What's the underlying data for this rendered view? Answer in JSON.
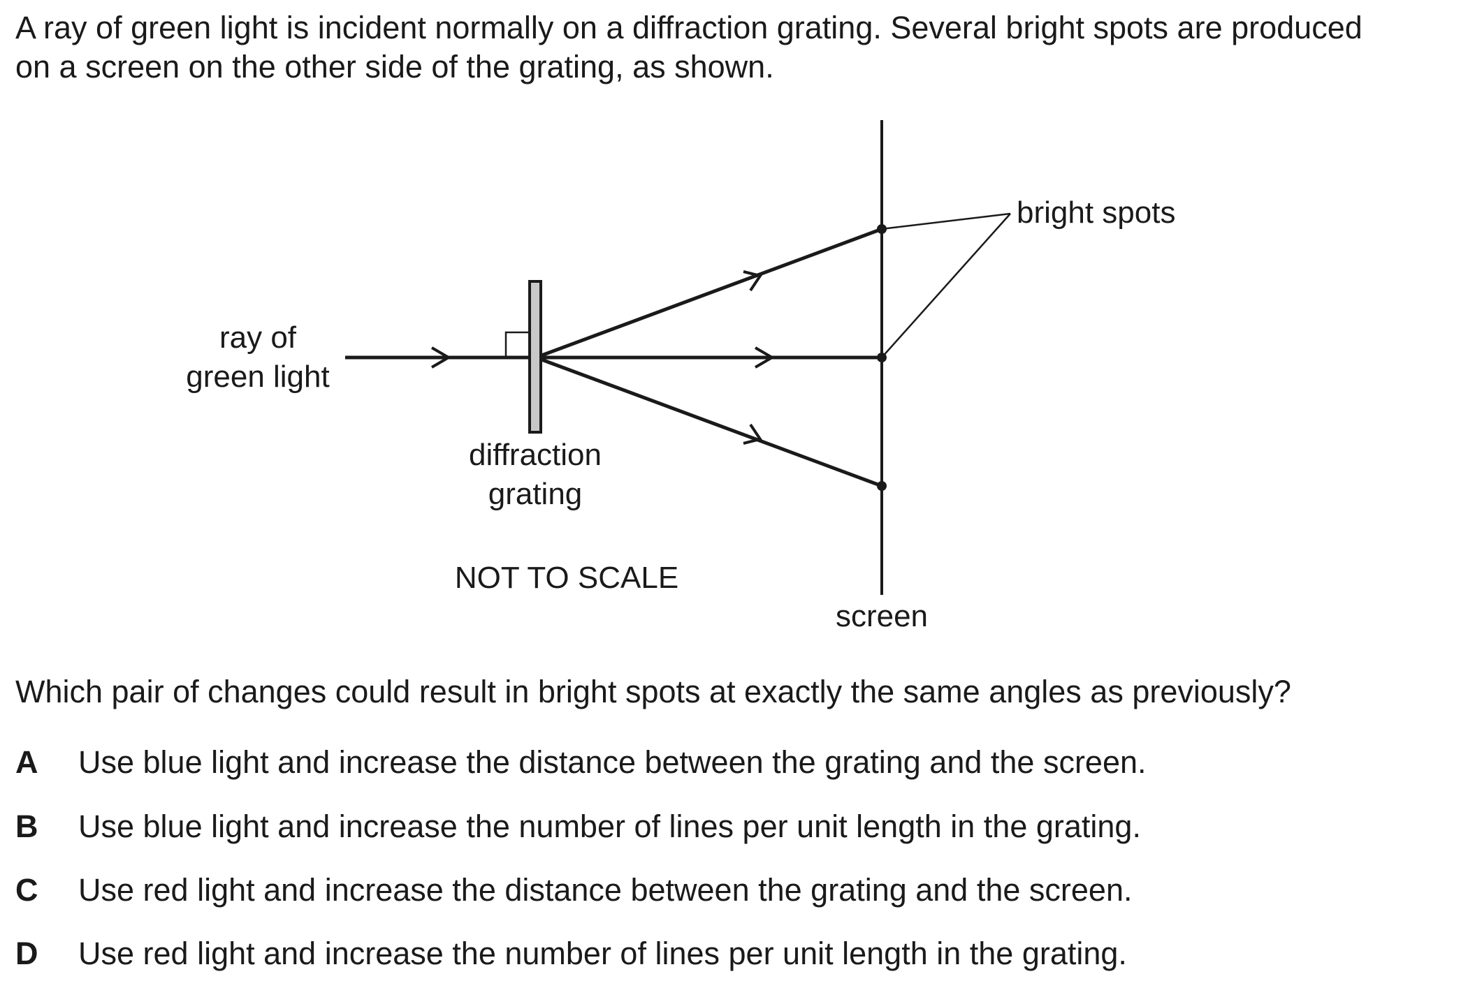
{
  "question": {
    "stem_line_1": "A ray of green light is incident normally on a diffraction grating. Several bright spots are produced",
    "stem_line_2": "on a screen on the other side of the grating, as shown.",
    "prompt": "Which pair of changes could result in bright spots at exactly the same angles as previously?"
  },
  "diagram": {
    "labels": {
      "ray_line_1": "ray of",
      "ray_line_2": "green light",
      "grating_line_1": "diffraction",
      "grating_line_2": "grating",
      "scale_note": "NOT TO SCALE",
      "screen": "screen",
      "bright_spots": "bright spots"
    },
    "colors": {
      "line": "#1a1a1a",
      "grating_fill": "#c8c8c8"
    }
  },
  "options": [
    {
      "letter": "A",
      "text": "Use blue light and increase the distance between the grating and the screen."
    },
    {
      "letter": "B",
      "text": "Use blue light and increase the number of lines per unit length in the grating."
    },
    {
      "letter": "C",
      "text": "Use red light and increase the distance between the grating and the screen."
    },
    {
      "letter": "D",
      "text": "Use red light and increase the number of lines per unit length in the grating."
    }
  ]
}
